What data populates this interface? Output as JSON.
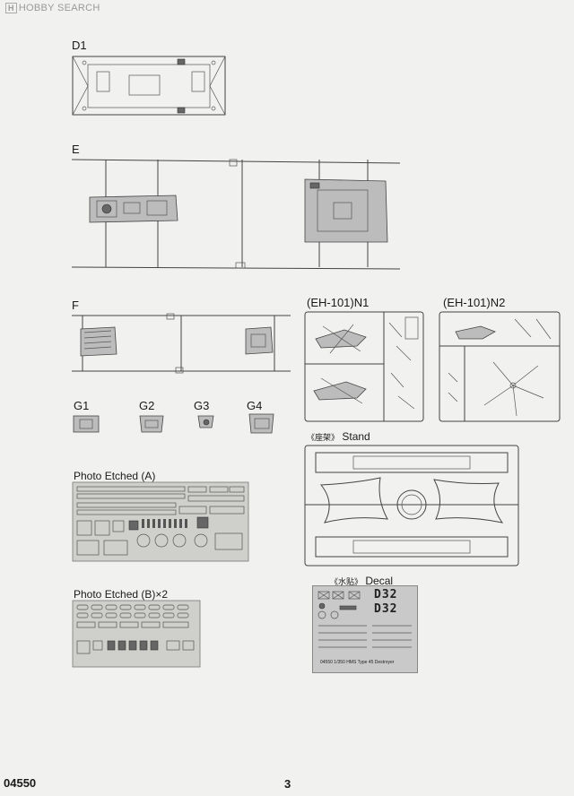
{
  "watermark": "HOBBY SEARCH",
  "labels": {
    "d1": "D1",
    "e": "E",
    "f": "F",
    "n1": "(EH-101)N1",
    "n2": "(EH-101)N2",
    "g1": "G1",
    "g2": "G2",
    "g3": "G3",
    "g4": "G4",
    "stand_cn": "《座架》",
    "stand": "Stand",
    "pe_a": "Photo Etched (A)",
    "pe_b": "Photo Etched (B)×2",
    "decal_cn": "《水贴》",
    "decal": "Decal"
  },
  "decal": {
    "number_1": "D32",
    "number_2": "D32",
    "caption": "04550  1/350 HMS Type 45 Destroyer"
  },
  "footer": {
    "product_code": "04550",
    "page_number": "3"
  }
}
